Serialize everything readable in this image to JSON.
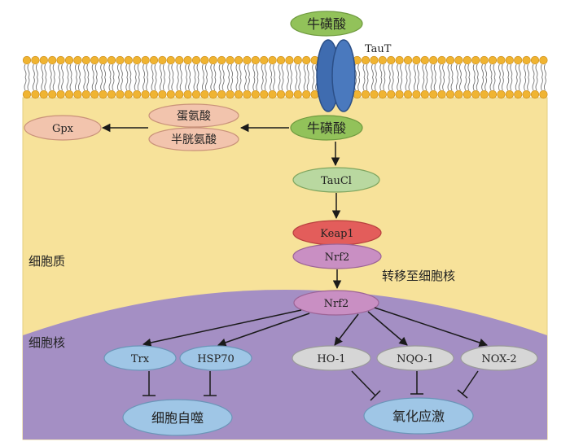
{
  "extracellular": {
    "taurine": "牛磺酸"
  },
  "membrane": {
    "transporter": "TauT"
  },
  "compartments": {
    "cytoplasm": "细胞质",
    "nucleus": "细胞核"
  },
  "cytoplasm": {
    "taurine": "牛磺酸",
    "methionine": "蛋氨酸",
    "cysteine": "半胱氨酸",
    "gpx": "Gpx",
    "taucl": "TauCl",
    "keap1": "Keap1",
    "nrf2": "Nrf2",
    "translocation": "转移至细胞核"
  },
  "nucleus": {
    "nrf2": "Nrf2",
    "targets": [
      "Trx",
      "HSP70",
      "HO-1",
      "NQO-1",
      "NOX-2"
    ],
    "outcomes": {
      "autophagy": "细胞自噬",
      "oxidative_stress": "氧化应激"
    }
  },
  "colors": {
    "green": "#92c25a",
    "lightgreen": "#b9d8a0",
    "peach": "#f2c4ad",
    "red": "#e35d5b",
    "pink": "#c98fc3",
    "blue": "#9fc6e6",
    "gray": "#d6d6d6",
    "cytoplasm": "#f7e29a",
    "nucleus": "#a48fc4",
    "transporter": "#3f6cb0",
    "lipid_head": "#f0b432"
  }
}
